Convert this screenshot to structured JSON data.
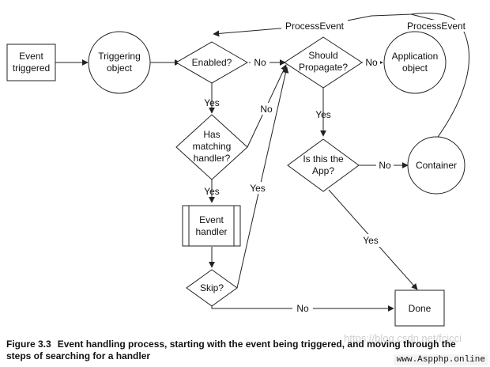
{
  "nodes": {
    "event_triggered": [
      "Event",
      "triggered"
    ],
    "triggering_object": [
      "Triggering",
      "object"
    ],
    "enabled": [
      "Enabled?"
    ],
    "has_matching_handler": [
      "Has",
      "matching",
      "handler?"
    ],
    "event_handler": [
      "Event",
      "handler"
    ],
    "skip": [
      "Skip?"
    ],
    "should_propagate": [
      "Should",
      "Propagate?"
    ],
    "application_object": [
      "Application",
      "object"
    ],
    "is_this_the_app": [
      "Is this the",
      "App?"
    ],
    "container": [
      "Container"
    ],
    "done": [
      "Done"
    ]
  },
  "edge_labels": {
    "yes": "Yes",
    "no": "No",
    "process_event": "ProcessEvent"
  },
  "caption": {
    "figure_number": "Figure 3.3",
    "text": "Event handling process, starting with the event being triggered, and moving through the steps of searching for a handler"
  },
  "watermark": "https://blog.csdn.net/fcicci",
  "site_badge": "www.Aspphp.online"
}
